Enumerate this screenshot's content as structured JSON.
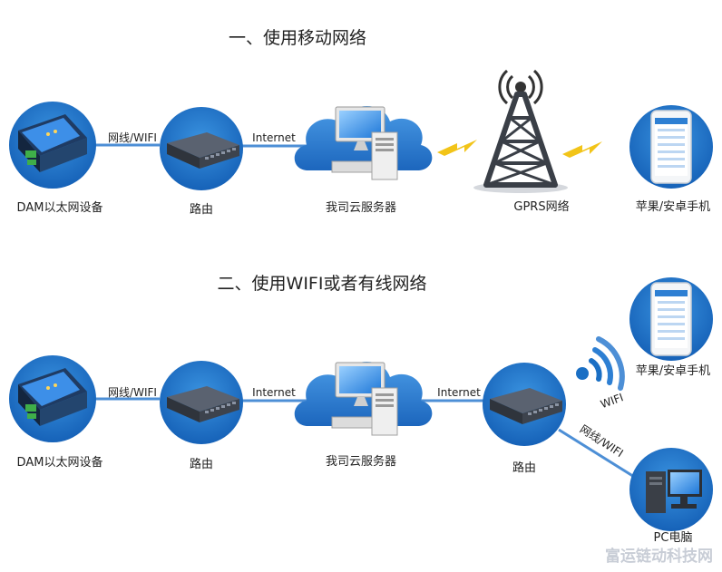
{
  "section1": {
    "title": "一、使用移动网络",
    "nodes": {
      "dam": "DAM以太网设备",
      "router": "路由",
      "server": "我司云服务器",
      "gprs": "GPRS网络",
      "phone": "苹果/安卓手机"
    },
    "edges": {
      "dam_router": "网线/WIFI",
      "router_server": "Internet"
    }
  },
  "section2": {
    "title": "二、使用WIFI或者有线网络",
    "nodes": {
      "dam": "DAM以太网设备",
      "router1": "路由",
      "server": "我司云服务器",
      "router2": "路由",
      "phone": "苹果/安卓手机",
      "pc": "PC电脑"
    },
    "edges": {
      "dam_router": "网线/WIFI",
      "router_server": "Internet",
      "server_router": "Internet",
      "router_phone": "WIFI",
      "router_pc": "网线/WIFI"
    }
  },
  "watermark": "富运链动科技网",
  "colors": {
    "accent": "#1a6fc4",
    "link": "#4d8fd6",
    "cloud": "#2d7fd3",
    "lightning": "#f2c418"
  }
}
